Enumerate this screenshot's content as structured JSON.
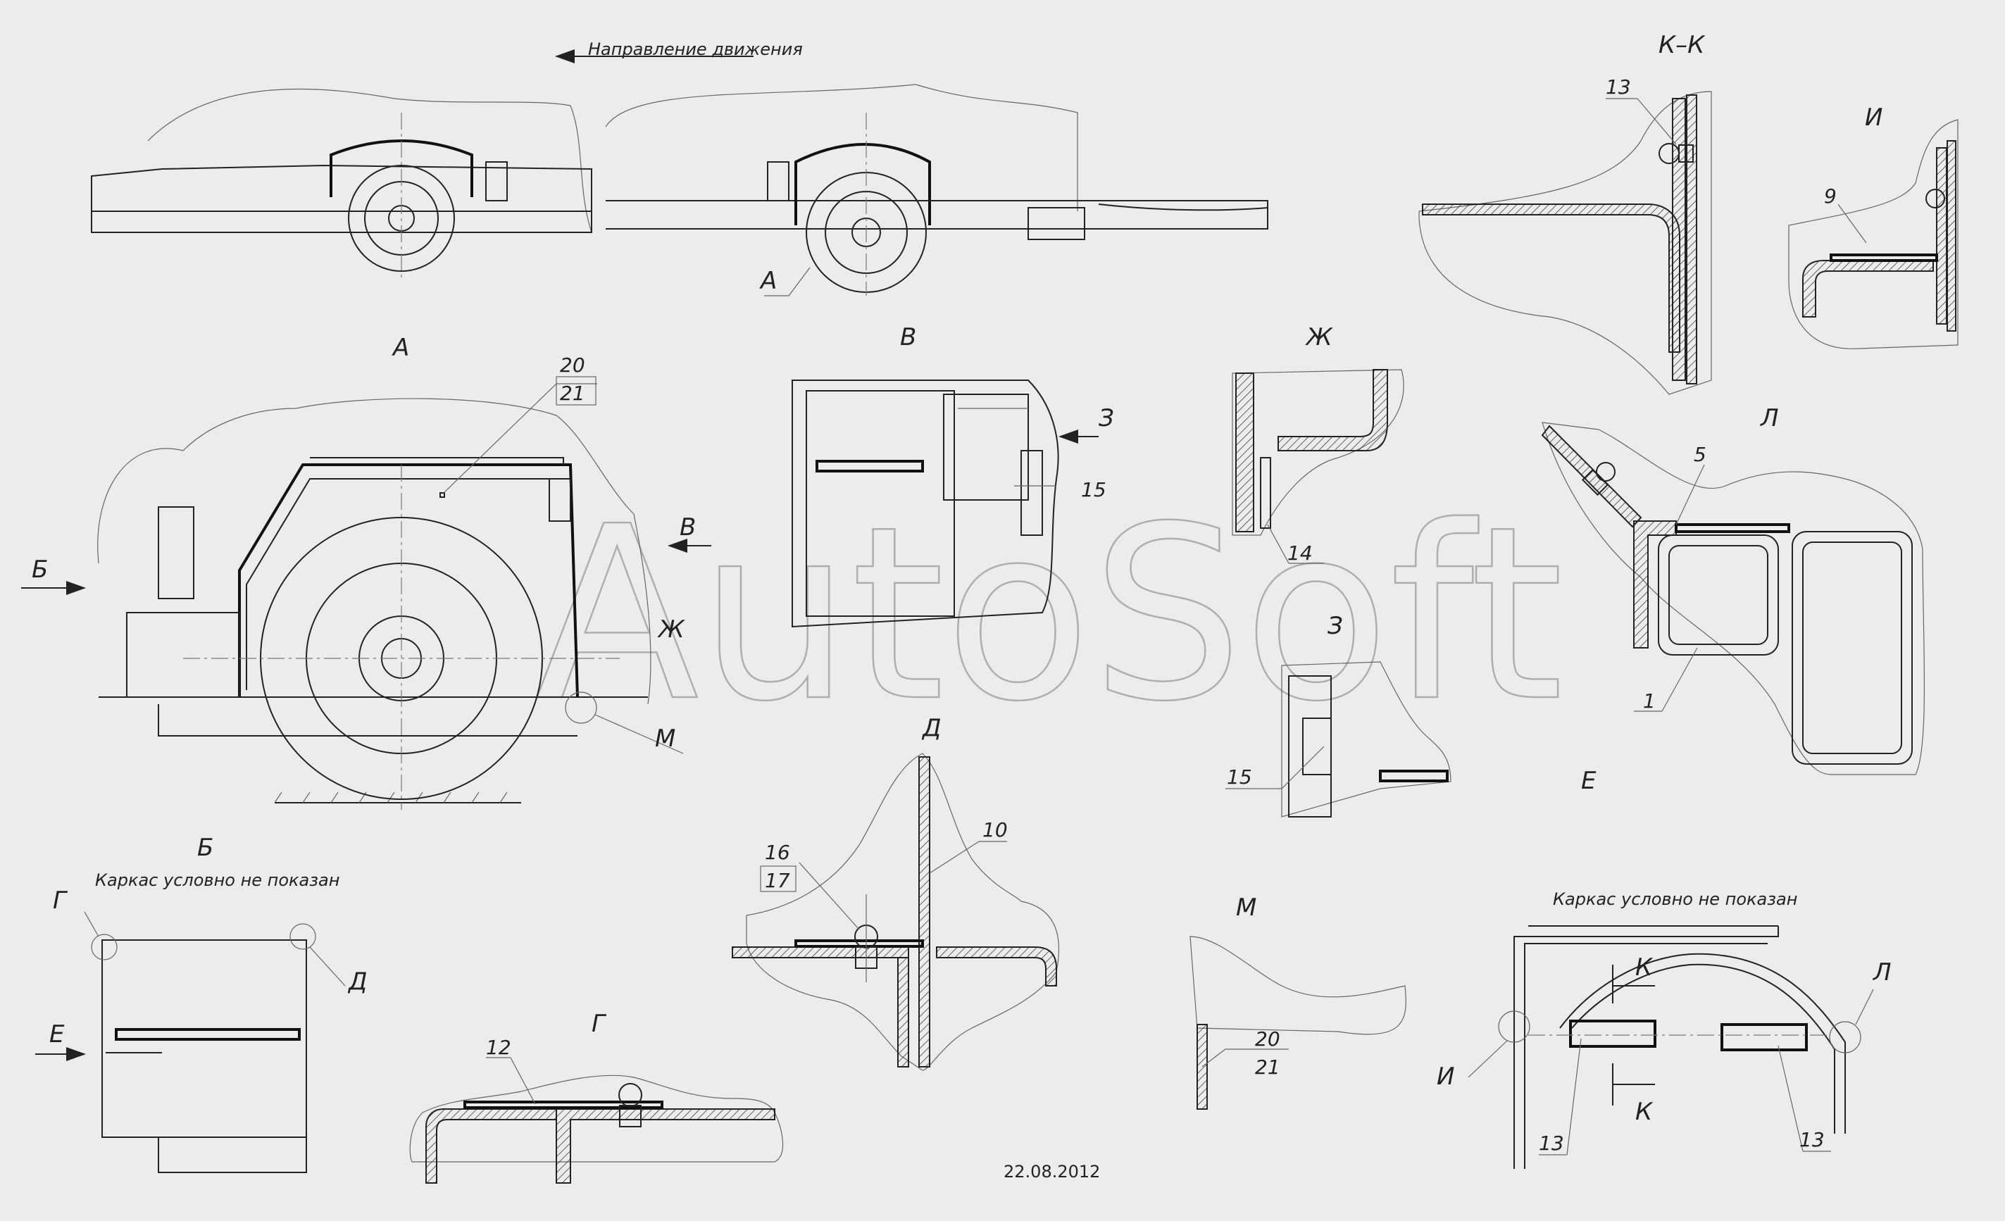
{
  "header": {
    "direction_note": "Направление движения"
  },
  "views": {
    "A_main": "А",
    "A_callout": "А",
    "B": "Б",
    "V": "В",
    "V_marker": "В",
    "G": "Г",
    "D": "Д",
    "D_marker": "Д",
    "E": "Е",
    "E_marker": "Е",
    "ZH": "Ж",
    "ZH_marker": "Ж",
    "Z": "З",
    "Z_marker": "З",
    "I": "И",
    "I_marker": "И",
    "KK": "К–К",
    "K_top": "К",
    "K_bottom": "К",
    "L": "Л",
    "L_marker": "Л",
    "M": "М",
    "M_marker": "М",
    "B_marker": "Б",
    "G_marker": "Г"
  },
  "notes": {
    "frame_hidden_left": "Каркас условно не показан",
    "frame_hidden_right": "Каркас условно не показан"
  },
  "parts": {
    "p1": "1",
    "p5": "5",
    "p9": "9",
    "p10": "10",
    "p12": "12",
    "p13_kk": "13",
    "p13_a": "13",
    "p13_b": "13",
    "p14": "14",
    "p15_v": "15",
    "p15_z": "15",
    "p16": "16",
    "p17": "17",
    "p20_a": "20",
    "p21_a": "21",
    "p20_m": "20",
    "p21_m": "21"
  },
  "watermark": "AutoSoft",
  "footer": {
    "date": "22.08.2012"
  }
}
